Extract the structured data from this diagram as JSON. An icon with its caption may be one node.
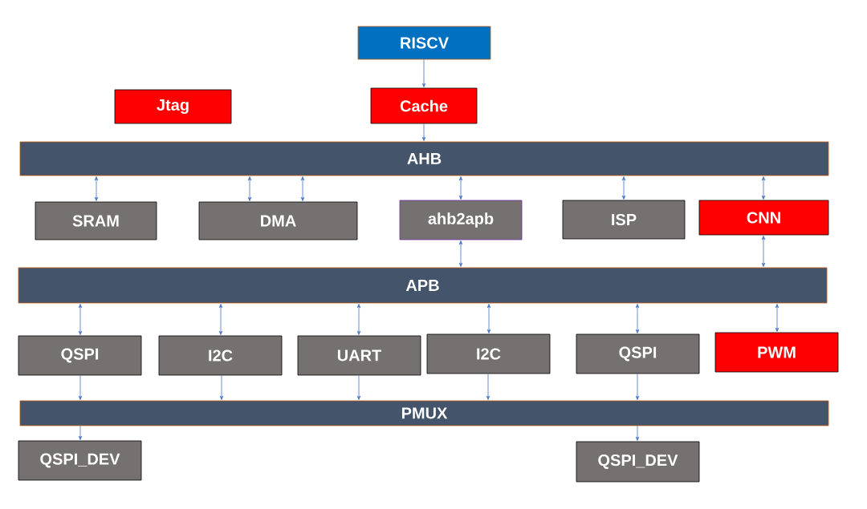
{
  "diagram": {
    "nodes": [
      {
        "text": [
          "RISCV"
        ]
      },
      {
        "text": [
          "Jtag"
        ]
      },
      {
        "text": [
          "Cache"
        ]
      },
      {
        "text": [
          "AHB"
        ]
      },
      {
        "text": [
          "SRAM"
        ]
      },
      {
        "text": [
          "DMA"
        ]
      },
      {
        "text": [
          "ahb2apb"
        ]
      },
      {
        "text": [
          "ISP"
        ]
      },
      {
        "text": [
          "CNN"
        ]
      },
      {
        "text": [
          "APB"
        ]
      },
      {
        "text": [
          "QSPI"
        ]
      },
      {
        "text": [
          "I2C"
        ]
      },
      {
        "text": [
          "UART"
        ]
      },
      {
        "text": [
          "I2C"
        ]
      },
      {
        "text": [
          "QSPI"
        ]
      },
      {
        "text": [
          "PWM"
        ]
      },
      {
        "text": [
          "PMUX"
        ]
      },
      {
        "text": [
          "QSPI_DEV"
        ]
      },
      {
        "text": [
          "QSPI_DEV"
        ]
      }
    ],
    "edges": [
      {
        "from": 0,
        "to": 2,
        "arrow": "to"
      },
      {
        "from": 2,
        "to": 3,
        "arrow": "to"
      },
      {
        "from": 3,
        "to": 4,
        "arrow": "both"
      },
      {
        "from": 3,
        "to": 5,
        "arrow": "both"
      },
      {
        "from": 3,
        "to": 5,
        "arrow": "both"
      },
      {
        "from": 3,
        "to": 6,
        "arrow": "both"
      },
      {
        "from": 3,
        "to": 7,
        "arrow": "both"
      },
      {
        "from": 3,
        "to": 8,
        "arrow": "both"
      },
      {
        "from": 6,
        "to": 9,
        "arrow": "both"
      },
      {
        "from": 8,
        "to": 9,
        "arrow": "both"
      },
      {
        "from": 9,
        "to": 10,
        "arrow": "both"
      },
      {
        "from": 9,
        "to": 11,
        "arrow": "both"
      },
      {
        "from": 9,
        "to": 12,
        "arrow": "both"
      },
      {
        "from": 9,
        "to": 13,
        "arrow": "both"
      },
      {
        "from": 9,
        "to": 14,
        "arrow": "both"
      },
      {
        "from": 9,
        "to": 15,
        "arrow": "both"
      },
      {
        "from": 10,
        "to": 16,
        "arrow": "to"
      },
      {
        "from": 11,
        "to": 16,
        "arrow": "to"
      },
      {
        "from": 12,
        "to": 16,
        "arrow": "to"
      },
      {
        "from": 13,
        "to": 16,
        "arrow": "to"
      },
      {
        "from": 14,
        "to": 16,
        "arrow": "to"
      },
      {
        "from": 16,
        "to": 17,
        "arrow": "to"
      },
      {
        "from": 16,
        "to": 18,
        "arrow": "to"
      }
    ]
  }
}
